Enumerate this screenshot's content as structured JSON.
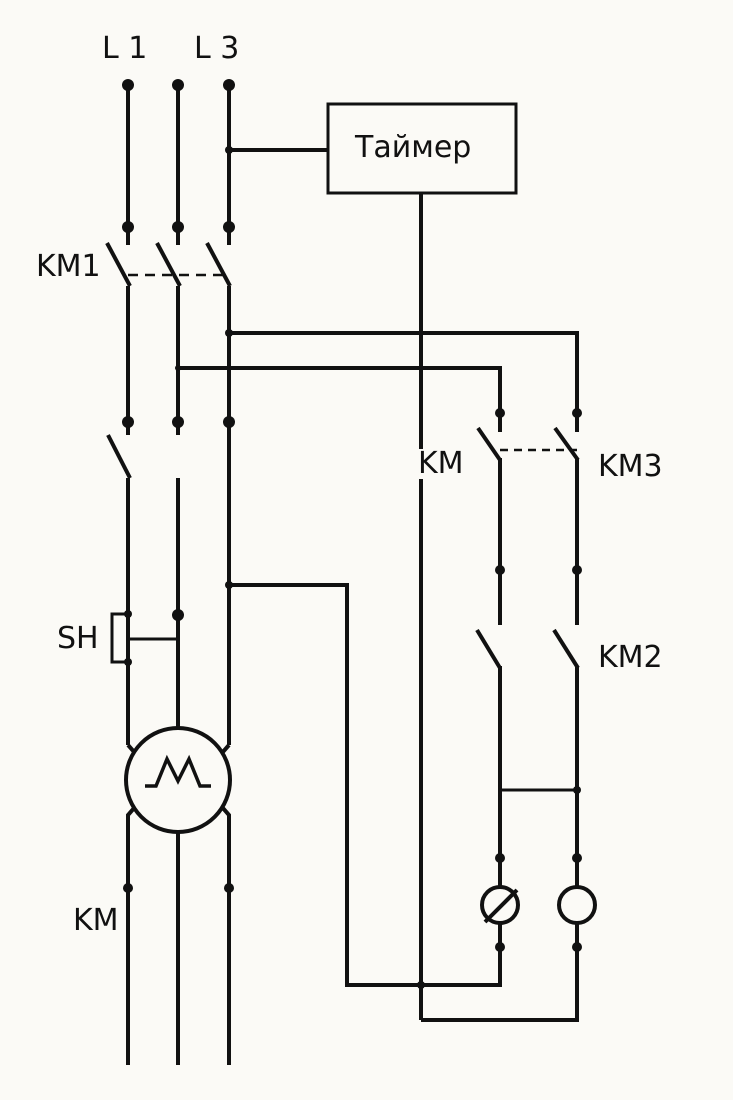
{
  "diagram": {
    "phase_labels": [
      "L 1",
      "L 3"
    ],
    "timer_label": "Таймер",
    "labels": {
      "km1": "KM1",
      "km_upper": "KM",
      "km3": "KM3",
      "km2": "KM2",
      "sh": "SH",
      "km_lower": "KM"
    },
    "colors": {
      "line": "#111111",
      "background": "#fbfaf6"
    }
  }
}
